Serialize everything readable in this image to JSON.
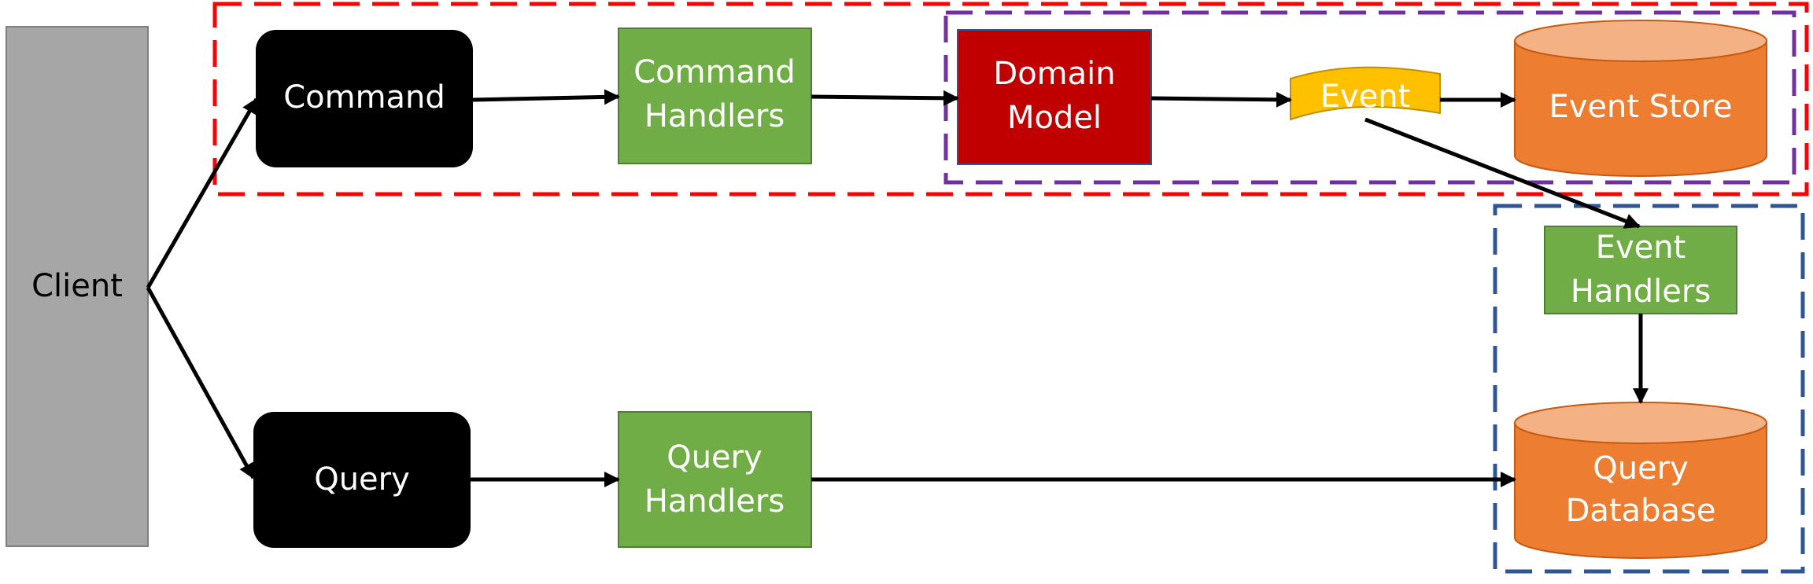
{
  "nodes": {
    "client": {
      "label": "Client"
    },
    "command": {
      "label": "Command"
    },
    "command_handlers": {
      "line1": "Command",
      "line2": "Handlers"
    },
    "domain_model": {
      "line1": "Domain",
      "line2": "Model"
    },
    "event": {
      "label": "Event"
    },
    "event_store": {
      "label": "Event Store"
    },
    "event_handlers": {
      "line1": "Event",
      "line2": "Handlers"
    },
    "query": {
      "label": "Query"
    },
    "query_handlers": {
      "line1": "Query",
      "line2": "Handlers"
    },
    "query_database": {
      "line1": "Query",
      "line2": "Database"
    }
  },
  "colors": {
    "client_fill": "#a6a6a6",
    "command_fill": "#000000",
    "handler_fill": "#70ad47",
    "domain_fill": "#c00000",
    "event_fill": "#ffc000",
    "store_fill": "#ed7d31",
    "store_top": "#f4b183",
    "command_side_border": "#ff0000",
    "domain_border": "#7030a0",
    "read_side_border": "#2f5597"
  }
}
